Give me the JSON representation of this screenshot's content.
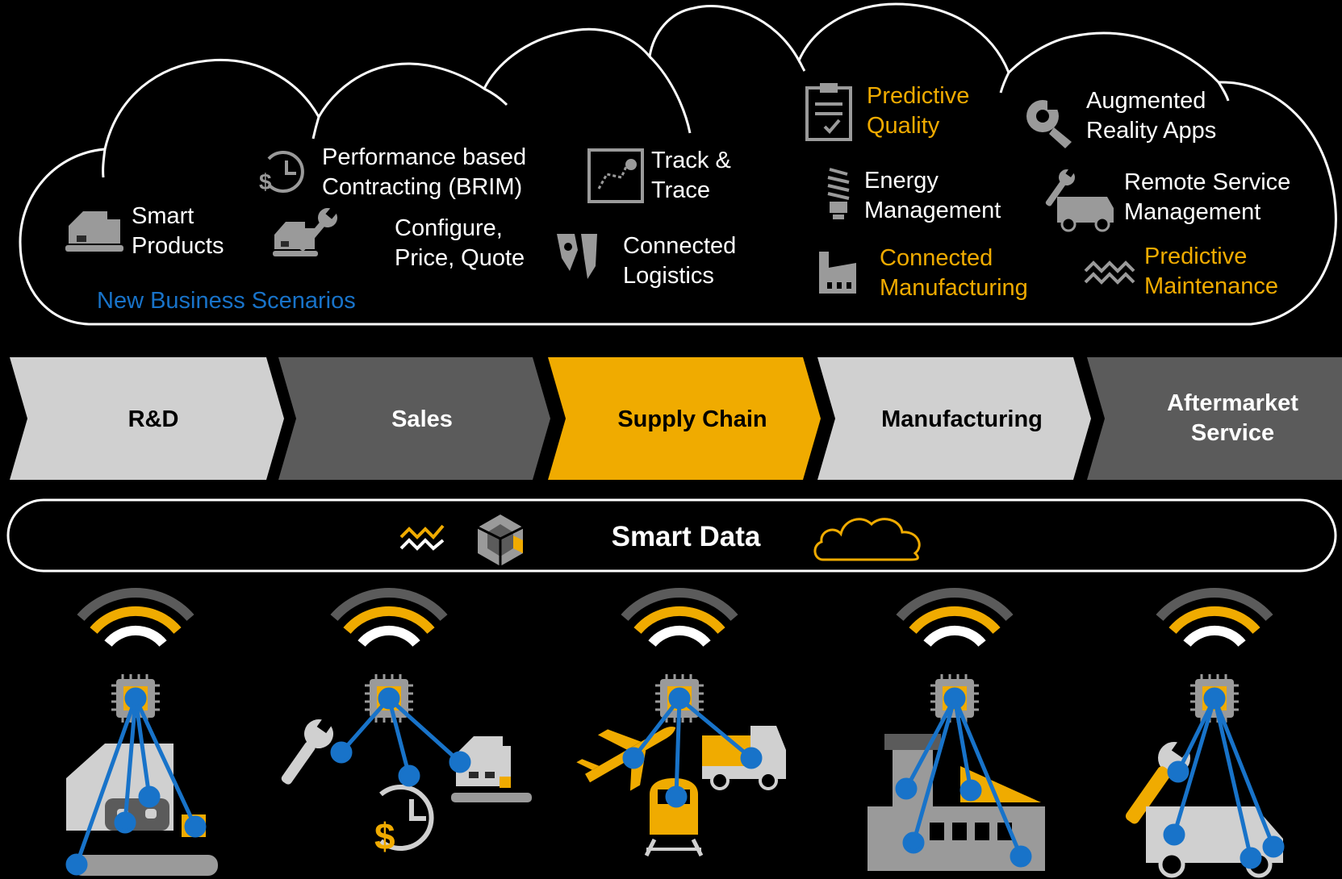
{
  "cloud": {
    "section_label": "New Business Scenarios",
    "items": [
      {
        "id": "smart-products",
        "label": [
          "Smart",
          "Products"
        ],
        "icon": "machine-icon",
        "highlight": false
      },
      {
        "id": "performance-contracting",
        "label": [
          "Performance based",
          "Contracting (BRIM)"
        ],
        "icon": "dollar-clock-icon",
        "highlight": false
      },
      {
        "id": "configure-price-quote",
        "label": [
          "Configure,",
          "Price, Quote"
        ],
        "icon": "machine-wrench-icon",
        "highlight": false
      },
      {
        "id": "track-trace",
        "label": [
          "Track &",
          "Trace"
        ],
        "icon": "map-route-icon",
        "highlight": false
      },
      {
        "id": "connected-logistics",
        "label": [
          "Connected",
          "Logistics"
        ],
        "icon": "map-pins-icon",
        "highlight": false
      },
      {
        "id": "predictive-quality",
        "label": [
          "Predictive",
          "Quality"
        ],
        "icon": "clipboard-check-icon",
        "highlight": true
      },
      {
        "id": "augmented-reality",
        "label": [
          "Augmented",
          "Reality Apps"
        ],
        "icon": "ar-wrench-icon",
        "highlight": false
      },
      {
        "id": "energy-management",
        "label": [
          "Energy",
          "Management"
        ],
        "icon": "bulb-icon",
        "highlight": false
      },
      {
        "id": "remote-service",
        "label": [
          "Remote Service",
          "Management"
        ],
        "icon": "service-truck-icon",
        "highlight": false
      },
      {
        "id": "connected-manufacturing",
        "label": [
          "Connected",
          "Manufacturing"
        ],
        "icon": "factory-icon",
        "highlight": true
      },
      {
        "id": "predictive-maintenance",
        "label": [
          "Predictive",
          "Maintenance"
        ],
        "icon": "wave-icon",
        "highlight": true
      }
    ]
  },
  "stages": [
    {
      "label": [
        "R&D"
      ],
      "fill": "#d0d0d0",
      "text_color": "#000000"
    },
    {
      "label": [
        "Sales"
      ],
      "fill": "#5b5b5b",
      "text_color": "#ffffff"
    },
    {
      "label": [
        "Supply Chain"
      ],
      "fill": "#f0ab00",
      "text_color": "#000000"
    },
    {
      "label": [
        "Manufacturing"
      ],
      "fill": "#d0d0d0",
      "text_color": "#000000"
    },
    {
      "label": [
        "Aftermarket",
        "Service"
      ],
      "fill": "#5b5b5b",
      "text_color": "#ffffff"
    }
  ],
  "smart_data": {
    "title": "Smart Data",
    "icons": [
      "wave-icon",
      "cube-network-icon",
      "cloud-icon"
    ]
  },
  "things": [
    {
      "id": "rd-device",
      "icons": [
        "machine-icon"
      ]
    },
    {
      "id": "sales-device",
      "icons": [
        "wrench-icon",
        "dollar-clock-icon",
        "machine-icon"
      ]
    },
    {
      "id": "supply-device",
      "icons": [
        "airplane-icon",
        "train-icon",
        "truck-icon"
      ]
    },
    {
      "id": "manufacturing-device",
      "icons": [
        "factory-icon"
      ]
    },
    {
      "id": "service-device",
      "icons": [
        "service-truck-icon"
      ]
    }
  ],
  "colors": {
    "gold": "#f0ab00",
    "blue": "#1873c9",
    "light_gray": "#d0d0d0",
    "dark_gray": "#5b5b5b",
    "mid_gray": "#9a9a9a"
  }
}
